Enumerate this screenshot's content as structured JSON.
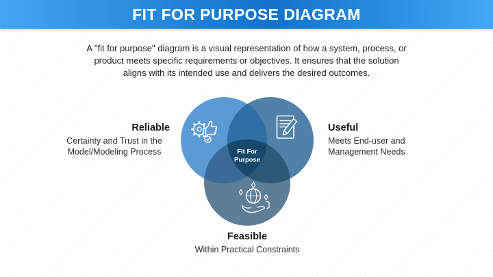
{
  "header": {
    "title": "FIT FOR PURPOSE DIAGRAM",
    "bg_gradient": [
      "#44a5f2",
      "#1173c9",
      "#41a7f6"
    ],
    "text_color": "#ffffff"
  },
  "description": {
    "text": "A \"fit for purpose\" diagram is a visual representation of how a system, process, or\nproduct meets specific requirements or objectives. It ensures that the solution\naligns with its intended use and delivers the desired outcomes."
  },
  "venn": {
    "center_label": "Fit For\nPurpose",
    "colors": {
      "reliable": "#5b9bd5",
      "useful": "#4f81a9",
      "feasible": "#5e7d97",
      "reliable_useful": "#2f6fa5",
      "reliable_feasible": "#3a6b98",
      "useful_feasible": "#2e5878",
      "center": "#17486b",
      "icon_stroke": "#ffffff"
    },
    "sections": [
      {
        "id": "reliable",
        "title": "Reliable",
        "description": "Certainty and Trust in the\nModel/Modeling Process",
        "icon": "gear-thumbs-up"
      },
      {
        "id": "useful",
        "title": "Useful",
        "description": "Meets End-user and\nManagement Needs",
        "icon": "document-pencil"
      },
      {
        "id": "feasible",
        "title": "Feasible",
        "description": "Within Practical Constraints",
        "icon": "hand-globe"
      }
    ]
  }
}
